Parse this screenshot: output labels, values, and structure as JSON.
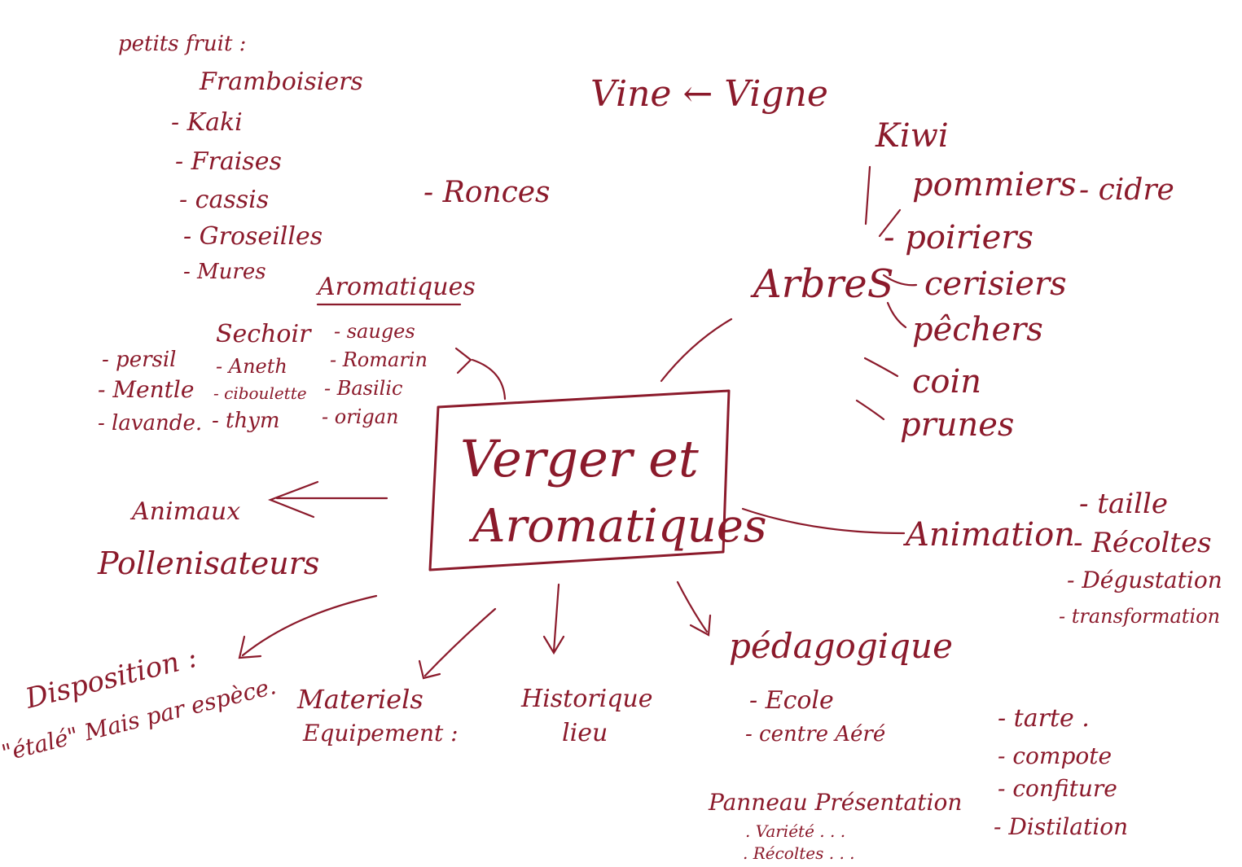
{
  "ink_color": "#8b1a2b",
  "center": {
    "line1": "Verger et",
    "line2": "Aromatiques"
  },
  "petits_fruits": {
    "title": "petits fruit :",
    "items": [
      "Framboisiers",
      "- Kaki",
      "- Fraises",
      "- cassis",
      "- Groseilles",
      "- Mures"
    ]
  },
  "ronces": "- Ronces",
  "vigne": "Vine ← Vigne",
  "kiwi": "Kiwi",
  "arbres": {
    "title": "ArbreS",
    "items": [
      "pommiers",
      "- poiriers",
      "cerisiers",
      "pêchers",
      "coin",
      "prunes"
    ],
    "cidre": "- cidre"
  },
  "aromatiques": {
    "title": "Aromatiques",
    "col1": [
      "- persil",
      "- Mentle",
      "- lavande."
    ],
    "col2": [
      "Sechoir",
      "- Aneth",
      "- ciboulette",
      "- thym"
    ],
    "col3": [
      "- sauges",
      "- Romarin",
      "- Basilic",
      "- origan"
    ]
  },
  "animaux": "Animaux",
  "pollenisateurs": "Pollenisateurs",
  "animation": {
    "title": "Animation",
    "items": [
      "- taille",
      "- Récoltes",
      "- Dégustation",
      "- transformation"
    ]
  },
  "disposition": {
    "line1": "Disposition :",
    "line2": "\"étalé\" Mais par espèce."
  },
  "materiels": {
    "line1": "Materiels",
    "line2": "Equipement :"
  },
  "historique": {
    "line1": "Historique",
    "line2": "lieu"
  },
  "pedagogique": {
    "title": "pédagogique",
    "items": [
      "- Ecole",
      "- centre Aéré"
    ]
  },
  "panneau": {
    "title": "Panneau Présentation",
    "items": [
      ". Variété . . .",
      ". Récoltes . . ."
    ]
  },
  "transformations": [
    "- tarte .",
    "- compote",
    "- confiture",
    "- Distilation"
  ]
}
